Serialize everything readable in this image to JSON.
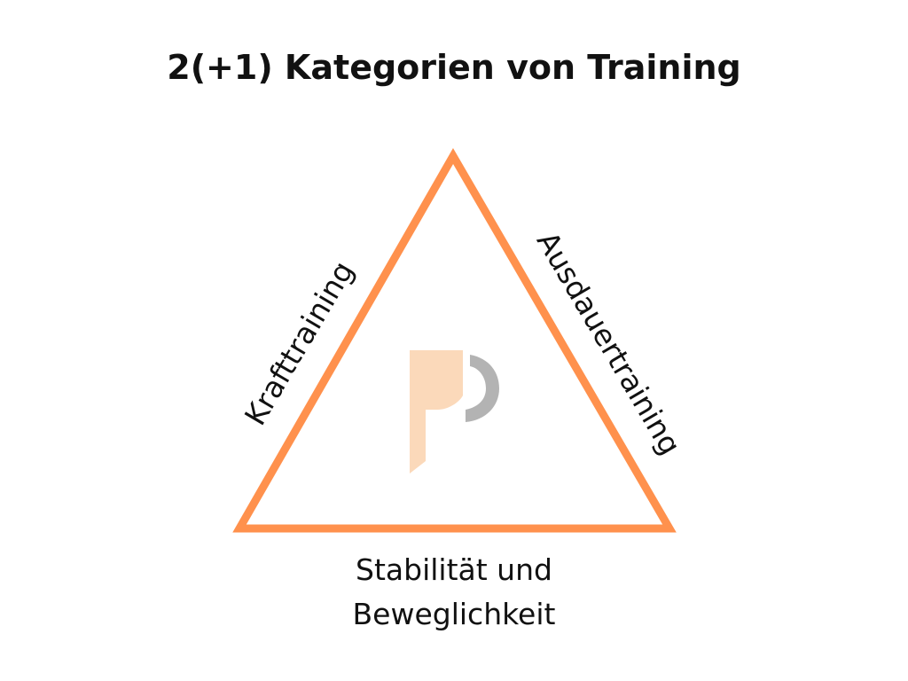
{
  "title": "2(+1) Kategorien von Training",
  "sides": {
    "left": "Krafttraining",
    "right": "Ausdauertraining",
    "bottom_line1": "Stabilität und",
    "bottom_line2": "Beweglichkeit"
  },
  "logo": {
    "icon": "p-logo-icon",
    "colors": {
      "primary": "#FBD9BA",
      "secondary": "#B3B3B3"
    }
  },
  "colors": {
    "triangle_stroke": "#FF914D",
    "text": "#111111",
    "background": "#FFFFFF"
  }
}
